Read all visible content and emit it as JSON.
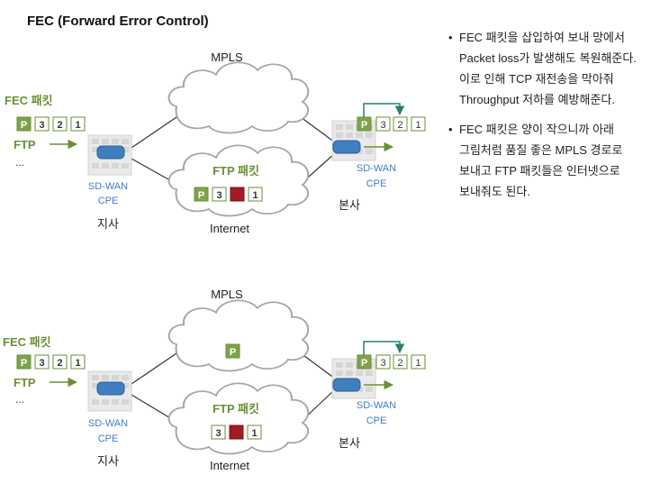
{
  "title": "FEC (Forward Error Control)",
  "colors": {
    "fec_green": "#6a8f35",
    "packet_fill": "#7ea34a",
    "lost_packet": "#a31b24",
    "cpe_blue": "#3f7fc0",
    "cloud_stroke": "#a5a5a5",
    "arrow_teal": "#26806f"
  },
  "diagram_top": {
    "mpls_label": "MPLS",
    "internet_label": "Internet",
    "ftp_packet_label": "FTP 패킷",
    "fec_packet_label": "FEC 패킷",
    "ftp_label": "FTP",
    "ellipsis": "...",
    "branch_cpe_line1": "SD-WAN",
    "branch_cpe_line2": "CPE",
    "branch_name": "지사",
    "hq_cpe_line1": "SD-WAN",
    "hq_cpe_line2": "CPE",
    "hq_name": "본사",
    "source_packets": [
      "P",
      "3",
      "2",
      "1"
    ],
    "internet_packets": [
      "P",
      "3",
      "",
      "1"
    ],
    "hq_packets": [
      "P",
      "3",
      "2",
      "1"
    ]
  },
  "diagram_bottom": {
    "mpls_label": "MPLS",
    "internet_label": "Internet",
    "ftp_packet_label": "FTP 패킷",
    "fec_packet_label": "FEC 패킷",
    "ftp_label": "FTP",
    "ellipsis": "...",
    "branch_cpe_line1": "SD-WAN",
    "branch_cpe_line2": "CPE",
    "branch_name": "지사",
    "hq_cpe_line1": "SD-WAN",
    "hq_cpe_line2": "CPE",
    "hq_name": "본사",
    "source_packets": [
      "P",
      "3",
      "2",
      "1"
    ],
    "mpls_packet": "P",
    "internet_packets": [
      "3",
      "",
      "1"
    ],
    "hq_packets": [
      "P",
      "3",
      "2",
      "1"
    ]
  },
  "notes": [
    [
      "FEC 패킷을 삽입하여 보내 망에서",
      "Packet loss가 발생해도 복원해준다.",
      "이로 인해 TCP 재전송을 막아줘",
      "Throughput 저하를 예방해준다."
    ],
    [
      "FEC 패킷은 양이 작으니까 아래",
      "그림처럼 품질 좋은 MPLS 경로로",
      "보내고 FTP 패킷들은 인터넷으로",
      "보내줘도 된다."
    ]
  ]
}
